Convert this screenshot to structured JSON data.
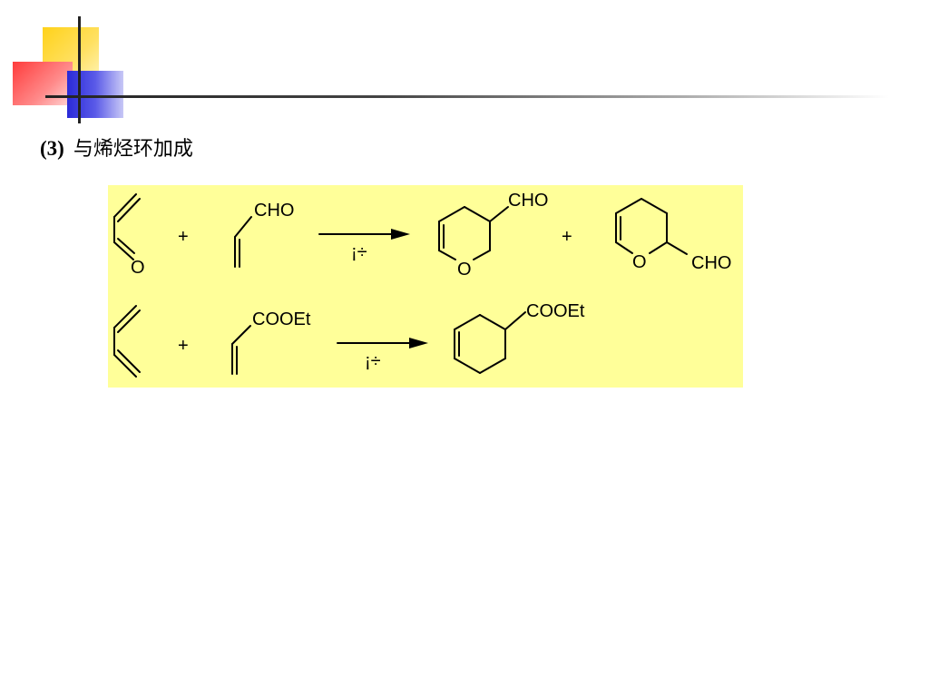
{
  "heading": {
    "number": "(3)",
    "text": "与烯烃环加成"
  },
  "reaction1": {
    "diene_label": "O",
    "plus1": "+",
    "dienophile_label": "CHO",
    "arrow_label": "¡÷",
    "product1_substituent": "CHO",
    "product1_ring_label": "O",
    "plus2": "+",
    "product2_ring_label": "O",
    "product2_substituent": "CHO"
  },
  "reaction2": {
    "plus": "+",
    "dienophile_label": "COOEt",
    "arrow_label": "¡÷",
    "product_substituent": "COOEt"
  },
  "colors": {
    "panel_bg": "#ffff99",
    "accent_yellow": "#ffd21a",
    "accent_red": "#ff3c3c",
    "accent_blue": "#2a2ad8"
  }
}
